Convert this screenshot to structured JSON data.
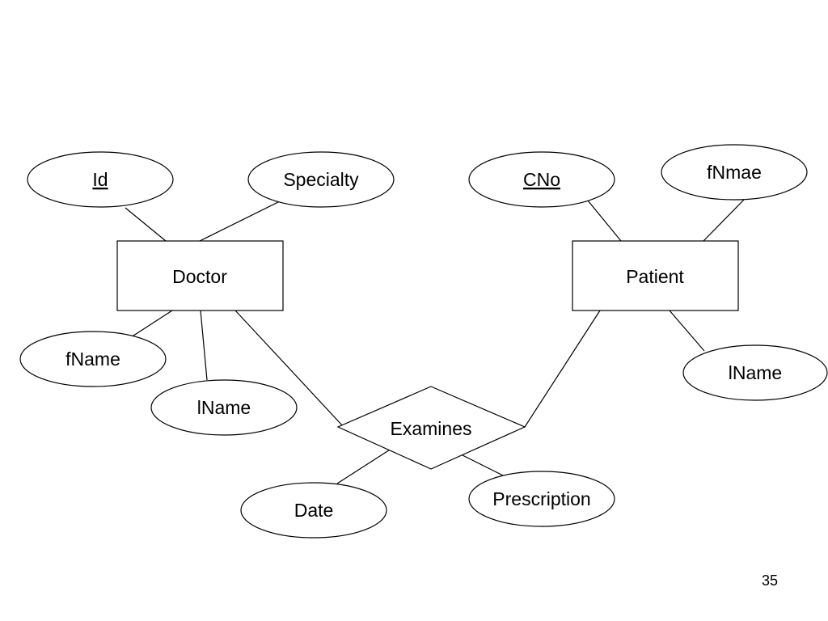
{
  "diagram": {
    "entities": {
      "doctor": "Doctor",
      "patient": "Patient"
    },
    "relationship": {
      "examines": "Examines"
    },
    "attributes": {
      "doctor_id": "Id",
      "doctor_specialty": "Specialty",
      "doctor_fname": "fName",
      "doctor_lname": "lName",
      "patient_cno": "CNo",
      "patient_fname": "fNmae",
      "patient_lname": "lName",
      "exam_date": "Date",
      "exam_prescription": "Prescription"
    },
    "key_attributes": [
      "Id",
      "CNo"
    ],
    "colors": {
      "stroke": "#000000",
      "fill": "#ffffff",
      "text": "#000000"
    }
  },
  "page": {
    "slide_number": "35"
  }
}
